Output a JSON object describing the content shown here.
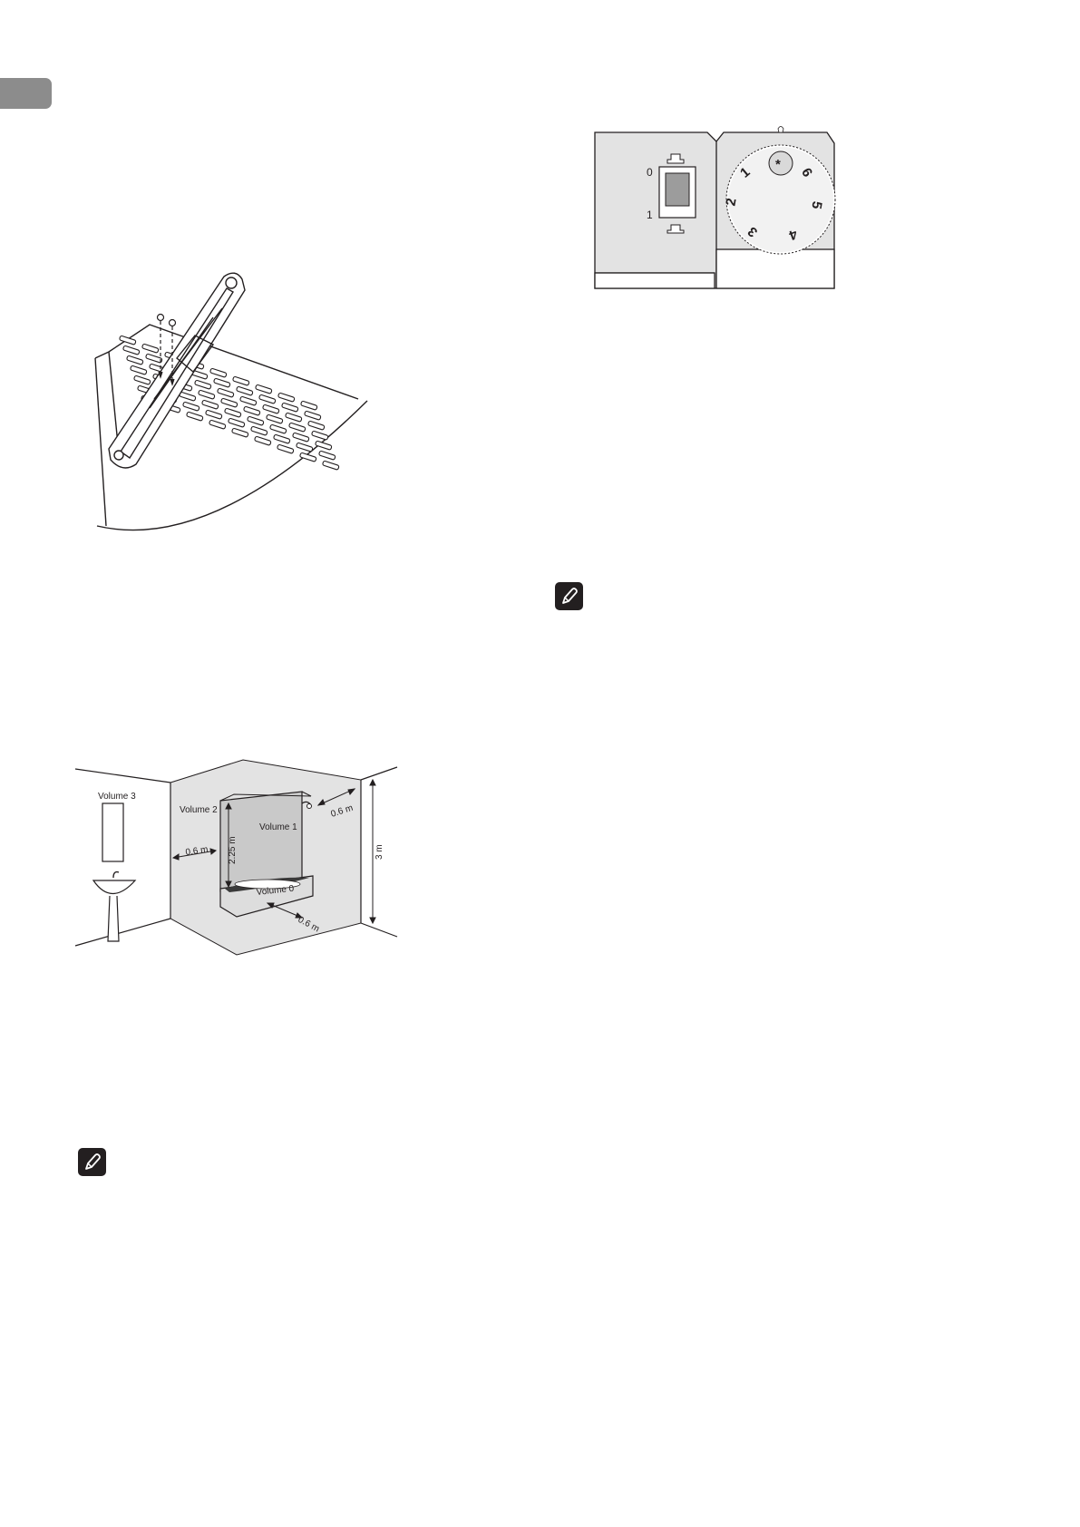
{
  "page": {
    "side_tab_color": "#8c8c8c",
    "note_icon": "pencil-note-icon"
  },
  "thermostat": {
    "switch_off": "0",
    "switch_on": "1",
    "dial_marks": [
      "*",
      "1",
      "2",
      "3",
      "4",
      "5",
      "6"
    ]
  },
  "bathroom": {
    "volume3": "Volume 3",
    "volume2": "Volume 2",
    "volume1": "Volume 1",
    "volume0": "Volume 0",
    "dist_left": "0.6 m",
    "dist_right": "0.6 m",
    "dist_floor": "0.6 m",
    "height_inner": "2.25 m",
    "height_outer": "3 m"
  }
}
